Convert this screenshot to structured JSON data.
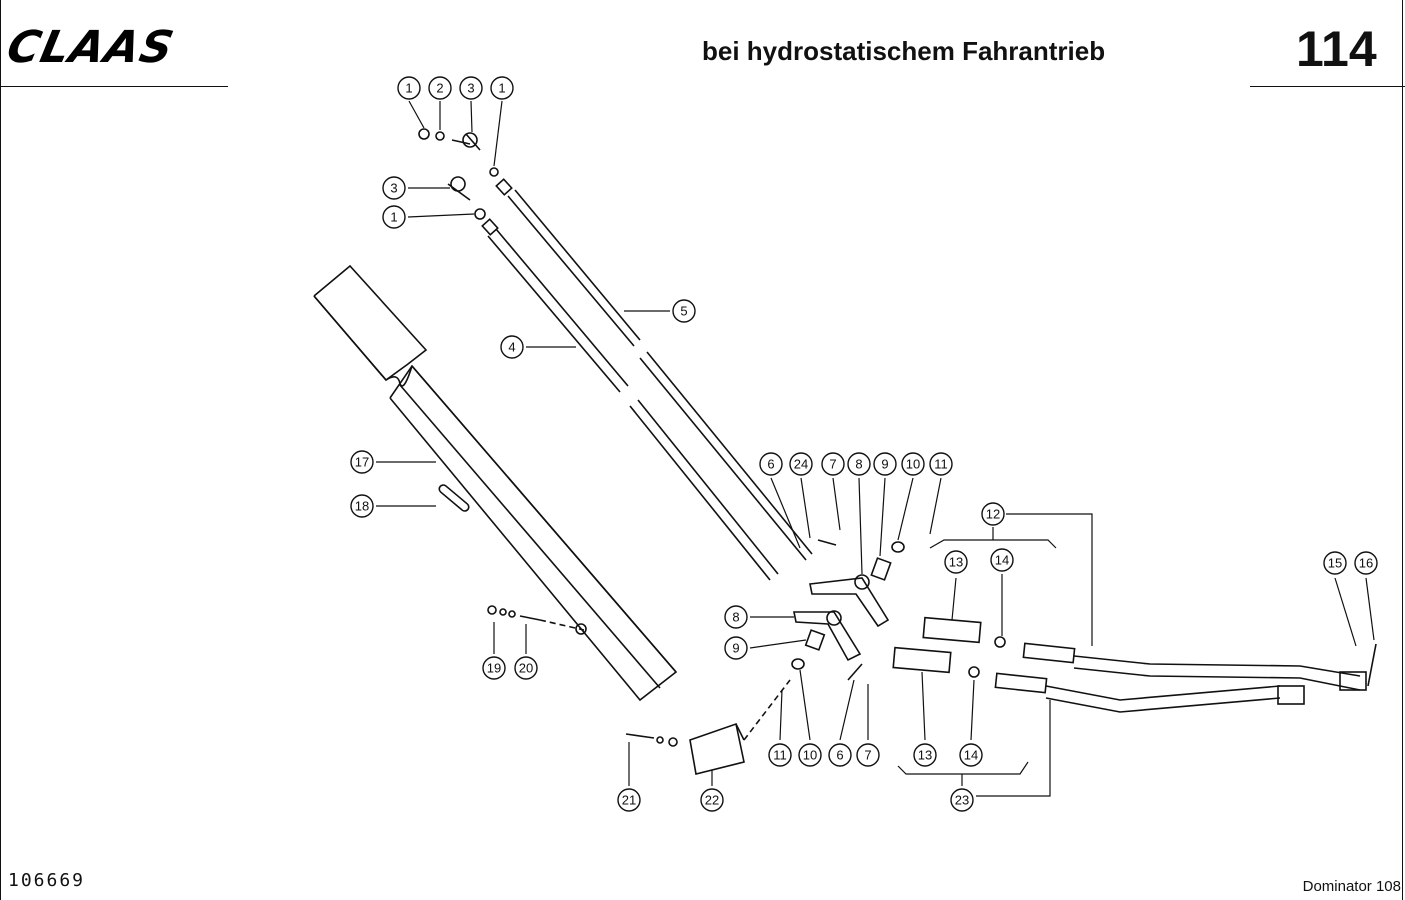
{
  "header": {
    "logo_text": "CLAAS",
    "title": "bei hydrostatischem Fahrantrieb",
    "page_number": "114"
  },
  "footer": {
    "document_number": "106669",
    "model": "Dominator 108"
  },
  "callouts": [
    {
      "id": "c1a",
      "label": "1"
    },
    {
      "id": "c2",
      "label": "2"
    },
    {
      "id": "c3a",
      "label": "3"
    },
    {
      "id": "c1b",
      "label": "1"
    },
    {
      "id": "c3b",
      "label": "3"
    },
    {
      "id": "c1c",
      "label": "1"
    },
    {
      "id": "c5",
      "label": "5"
    },
    {
      "id": "c4",
      "label": "4"
    },
    {
      "id": "c17",
      "label": "17"
    },
    {
      "id": "c18",
      "label": "18"
    },
    {
      "id": "c19",
      "label": "19"
    },
    {
      "id": "c20",
      "label": "20"
    },
    {
      "id": "c6a",
      "label": "6"
    },
    {
      "id": "c24",
      "label": "24"
    },
    {
      "id": "c7a",
      "label": "7"
    },
    {
      "id": "c8a",
      "label": "8"
    },
    {
      "id": "c9a",
      "label": "9"
    },
    {
      "id": "c10a",
      "label": "10"
    },
    {
      "id": "c11a",
      "label": "11"
    },
    {
      "id": "c12",
      "label": "12"
    },
    {
      "id": "c13a",
      "label": "13"
    },
    {
      "id": "c14a",
      "label": "14"
    },
    {
      "id": "c15",
      "label": "15"
    },
    {
      "id": "c16",
      "label": "16"
    },
    {
      "id": "c8b",
      "label": "8"
    },
    {
      "id": "c9b",
      "label": "9"
    },
    {
      "id": "c11b",
      "label": "11"
    },
    {
      "id": "c10b",
      "label": "10"
    },
    {
      "id": "c6b",
      "label": "6"
    },
    {
      "id": "c7b",
      "label": "7"
    },
    {
      "id": "c13b",
      "label": "13"
    },
    {
      "id": "c14b",
      "label": "14"
    },
    {
      "id": "c23",
      "label": "23"
    },
    {
      "id": "c21",
      "label": "21"
    },
    {
      "id": "c22",
      "label": "22"
    }
  ]
}
